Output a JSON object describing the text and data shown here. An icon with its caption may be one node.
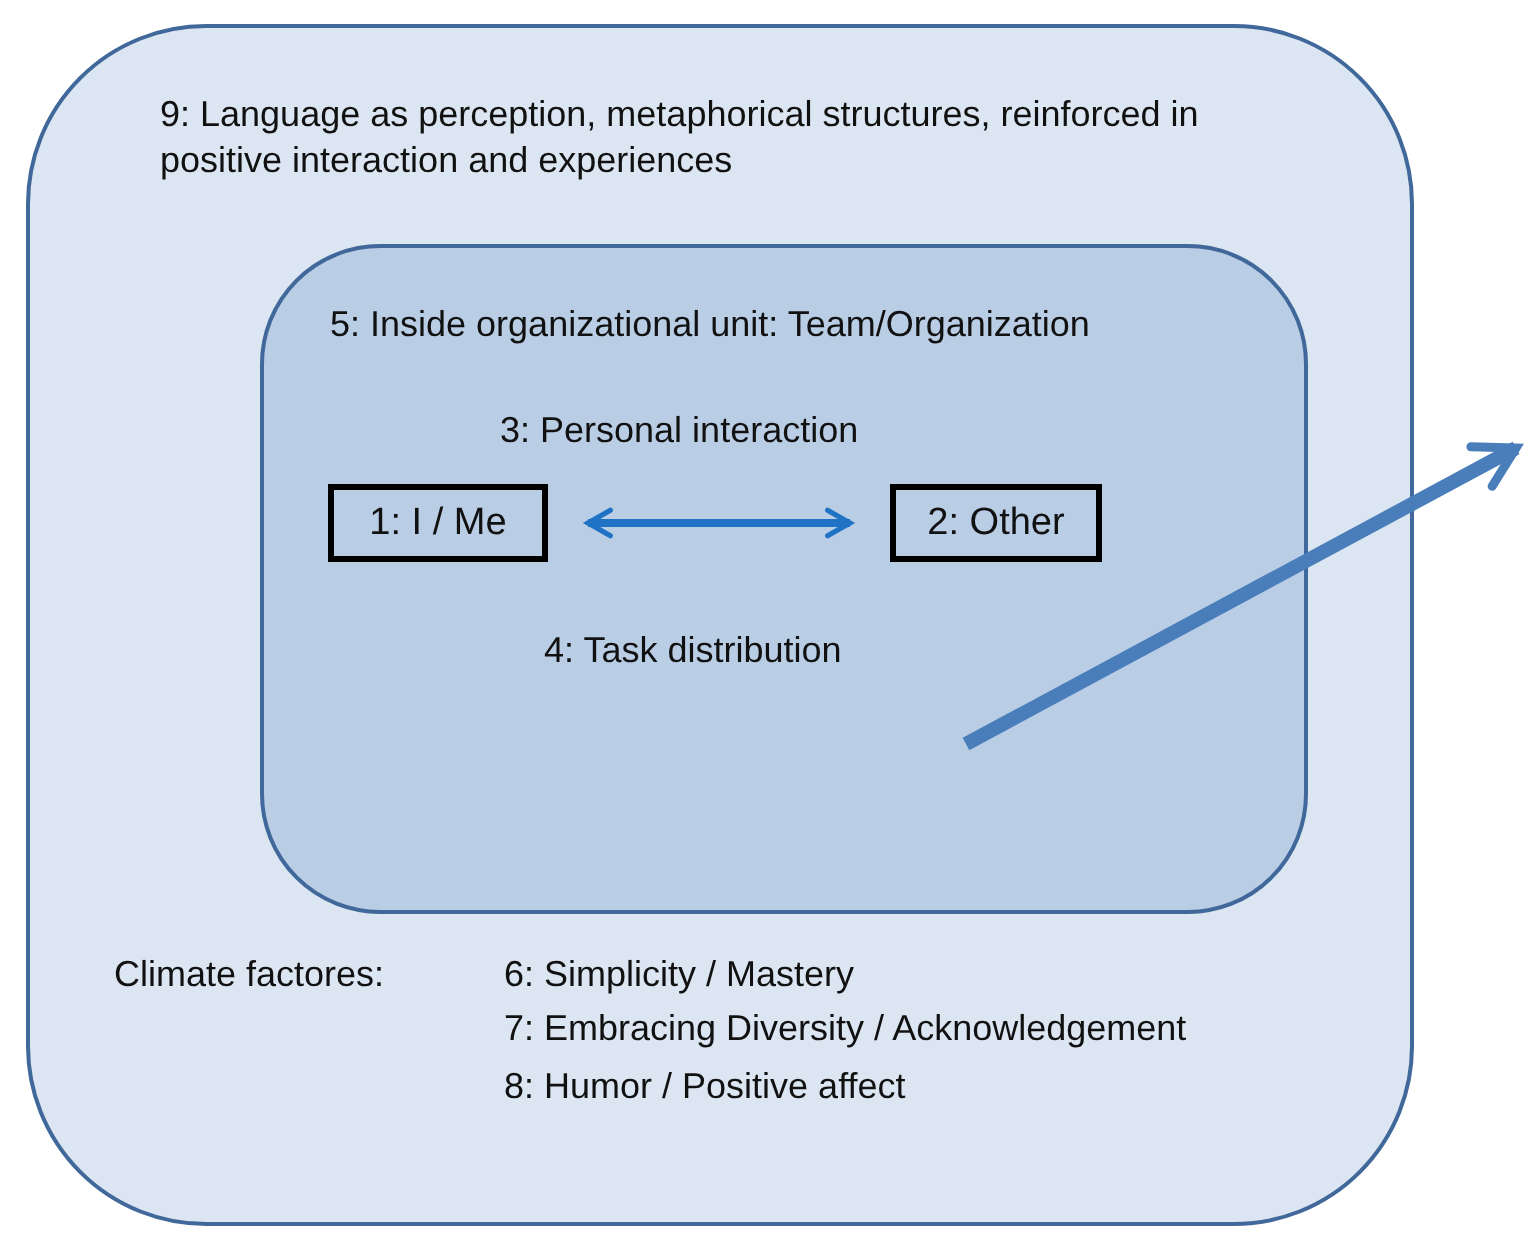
{
  "diagram": {
    "nodes": [
      {
        "text": [
          "9: Language as perception, metaphorical structures, reinforced in positive interaction and experiences",
          "Climate factores:",
          "6: Simplicity / Mastery",
          "7: Embracing Diversity / Acknowledgement",
          "8: Humor / Positive affect"
        ]
      },
      {
        "text": [
          "5: Inside organizational unit: Team/Organization",
          "3: Personal interaction",
          "4: Task distribution"
        ],
        "in": 0
      },
      {
        "text": [
          "1: I / Me"
        ],
        "in": 1
      },
      {
        "text": [
          "2: Other"
        ],
        "in": 1
      }
    ],
    "edges": [
      {
        "from": 2,
        "to": 3,
        "arrow": "both"
      }
    ]
  }
}
